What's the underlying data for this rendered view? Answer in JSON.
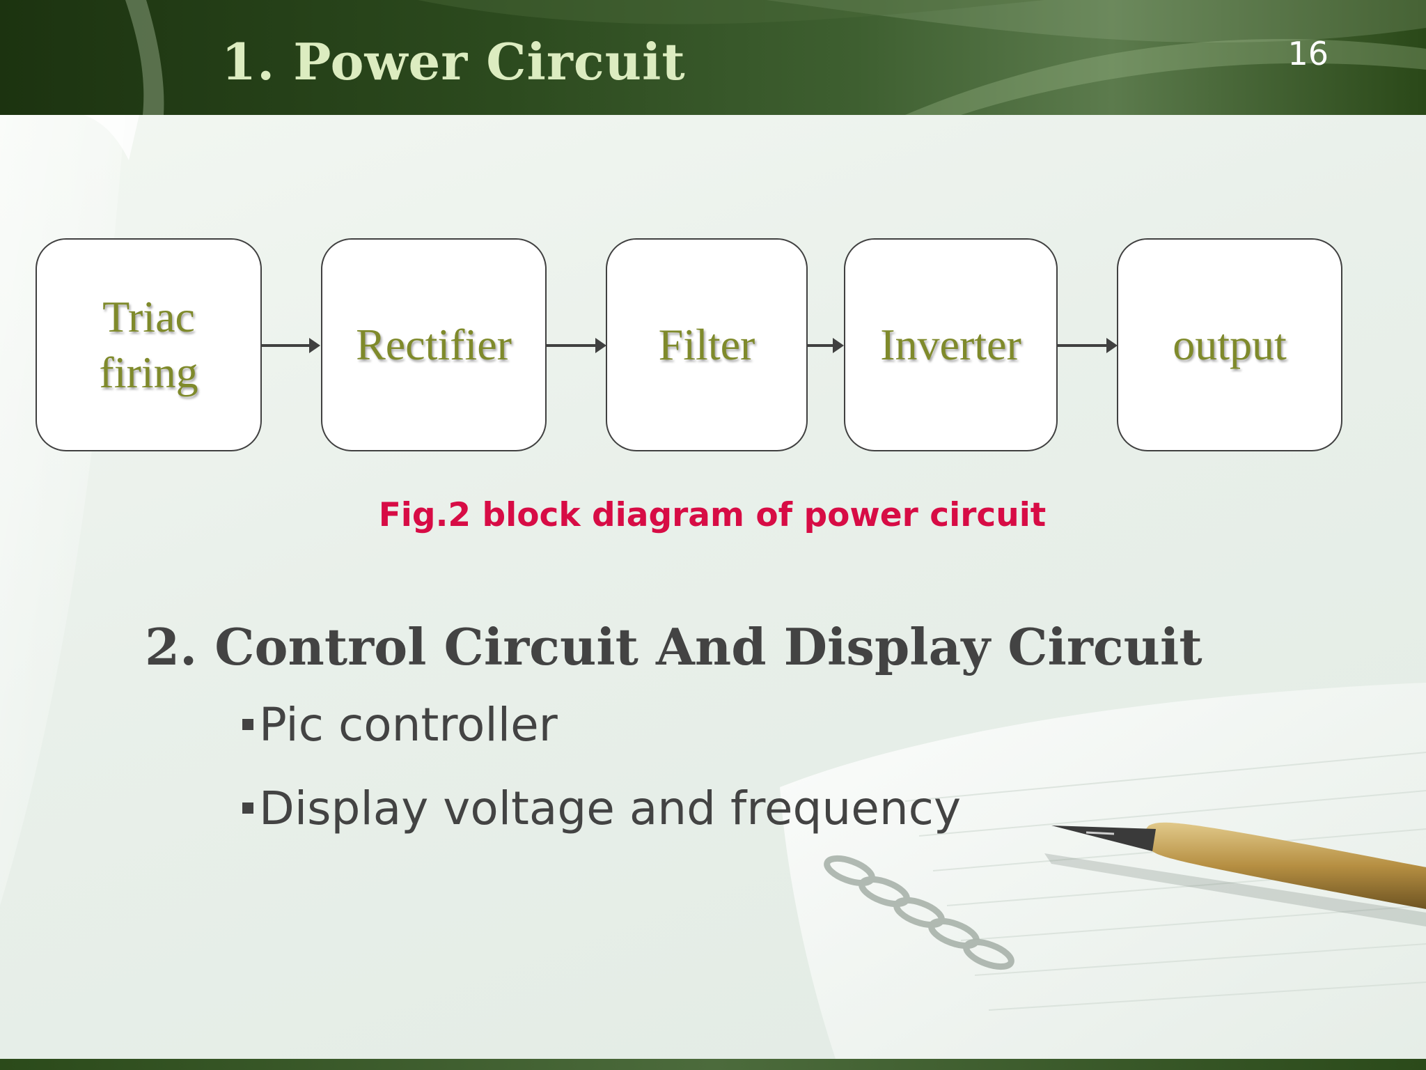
{
  "header": {
    "title": "1. Power Circuit",
    "slide_number": "16"
  },
  "diagram": {
    "blocks": [
      {
        "label": "Triac\nfiring"
      },
      {
        "label": "Rectifier"
      },
      {
        "label": "Filter"
      },
      {
        "label": "Inverter"
      },
      {
        "label": "output"
      }
    ],
    "caption": "Fig.2 block diagram of power circuit"
  },
  "section2": {
    "heading": "2. Control Circuit And Display Circuit",
    "bullets": [
      "Pic controller",
      "Display voltage and frequency"
    ]
  },
  "colors": {
    "header_green": "#2c4a1e",
    "title_text": "#dcecc0",
    "block_text": "#7f8a2b",
    "caption_red": "#d70c45",
    "body_text": "#434343"
  }
}
